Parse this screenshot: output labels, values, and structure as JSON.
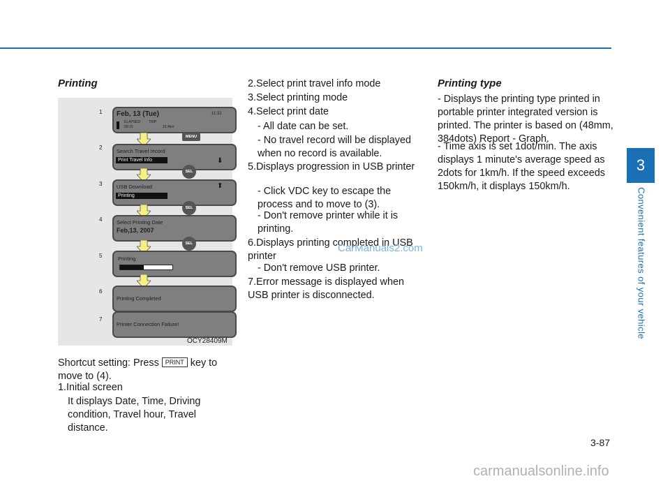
{
  "header": {
    "accent_color": "#1a6fb5"
  },
  "chapter": {
    "number": "3",
    "title": "Convenient features of your vehicle"
  },
  "left": {
    "heading": "Printing",
    "shortcut_before": "Shortcut setting: Press",
    "shortcut_key": "PRINT",
    "shortcut_after": "key to move to (4).",
    "step1_title": "1.Initial screen",
    "step1_desc": "It displays Date, Time, Driving condition, Travel hour, Travel distance."
  },
  "figure": {
    "caption": "OCY28409M",
    "steps": [
      "1",
      "2",
      "3",
      "4",
      "5",
      "6",
      "7"
    ],
    "screen1": {
      "date": "Feb, 13 (Tue)",
      "time": "11:32",
      "elapsed_label": "ELAPSED",
      "elapsed_value": "00:15",
      "trip_label": "TRIP",
      "trip_value": "15.4km"
    },
    "screen2": {
      "line1": "Search Travel record",
      "line2": "Print Travel Info"
    },
    "screen3": {
      "line1": "USB Download",
      "line2": "Printing"
    },
    "screen4": {
      "line1": "Select Printing Date",
      "line2": "Feb,13, 2007"
    },
    "screen5": {
      "line1": "Printing",
      "progress": 0.45
    },
    "screen6": {
      "line1": "Printing Completed"
    },
    "screen7": {
      "line1": "Printer Connection Failure!"
    },
    "menu_label": "MENU",
    "sel_label": "SEL"
  },
  "middle": {
    "items": [
      "2.Select print travel info mode",
      "3.Select printing mode",
      "4.Select print date",
      "- All date can be set.",
      "- No travel record will be displayed when no record is available.",
      "5.Displays progression in USB printer",
      "- Click VDC key to escape the process and to move to (3).",
      "- Don't remove printer while it is printing.",
      "6.Displays printing completed in USB printer",
      "- Don't remove USB printer.",
      "7.Error message is displayed when USB printer is disconnected."
    ],
    "watermark": "CarManuals2.com"
  },
  "right": {
    "heading": "Printing type",
    "items": [
      "- Displays the printing type printed in portable printer integrated version is printed. The printer is based on (48mm, 384dots) Report - Graph.",
      "- Time axis is set 1dot/min. The axis displays 1 minute's average speed as 2dots for 1km/h. If the speed exceeds 150km/h, it displays 150km/h."
    ]
  },
  "page_number": "3-87",
  "footer_watermark": "carmanualsonline.info"
}
